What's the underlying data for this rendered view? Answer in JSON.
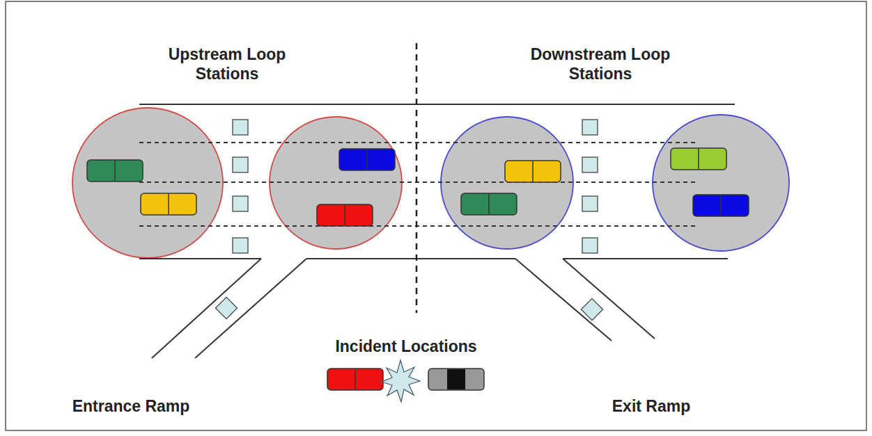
{
  "diagram": {
    "labels": [
      "Upstream Loop Stations",
      "Downstream Loop Stations",
      "Incident Locations",
      "Entrance Ramp",
      "Exit Ramp"
    ]
  }
}
